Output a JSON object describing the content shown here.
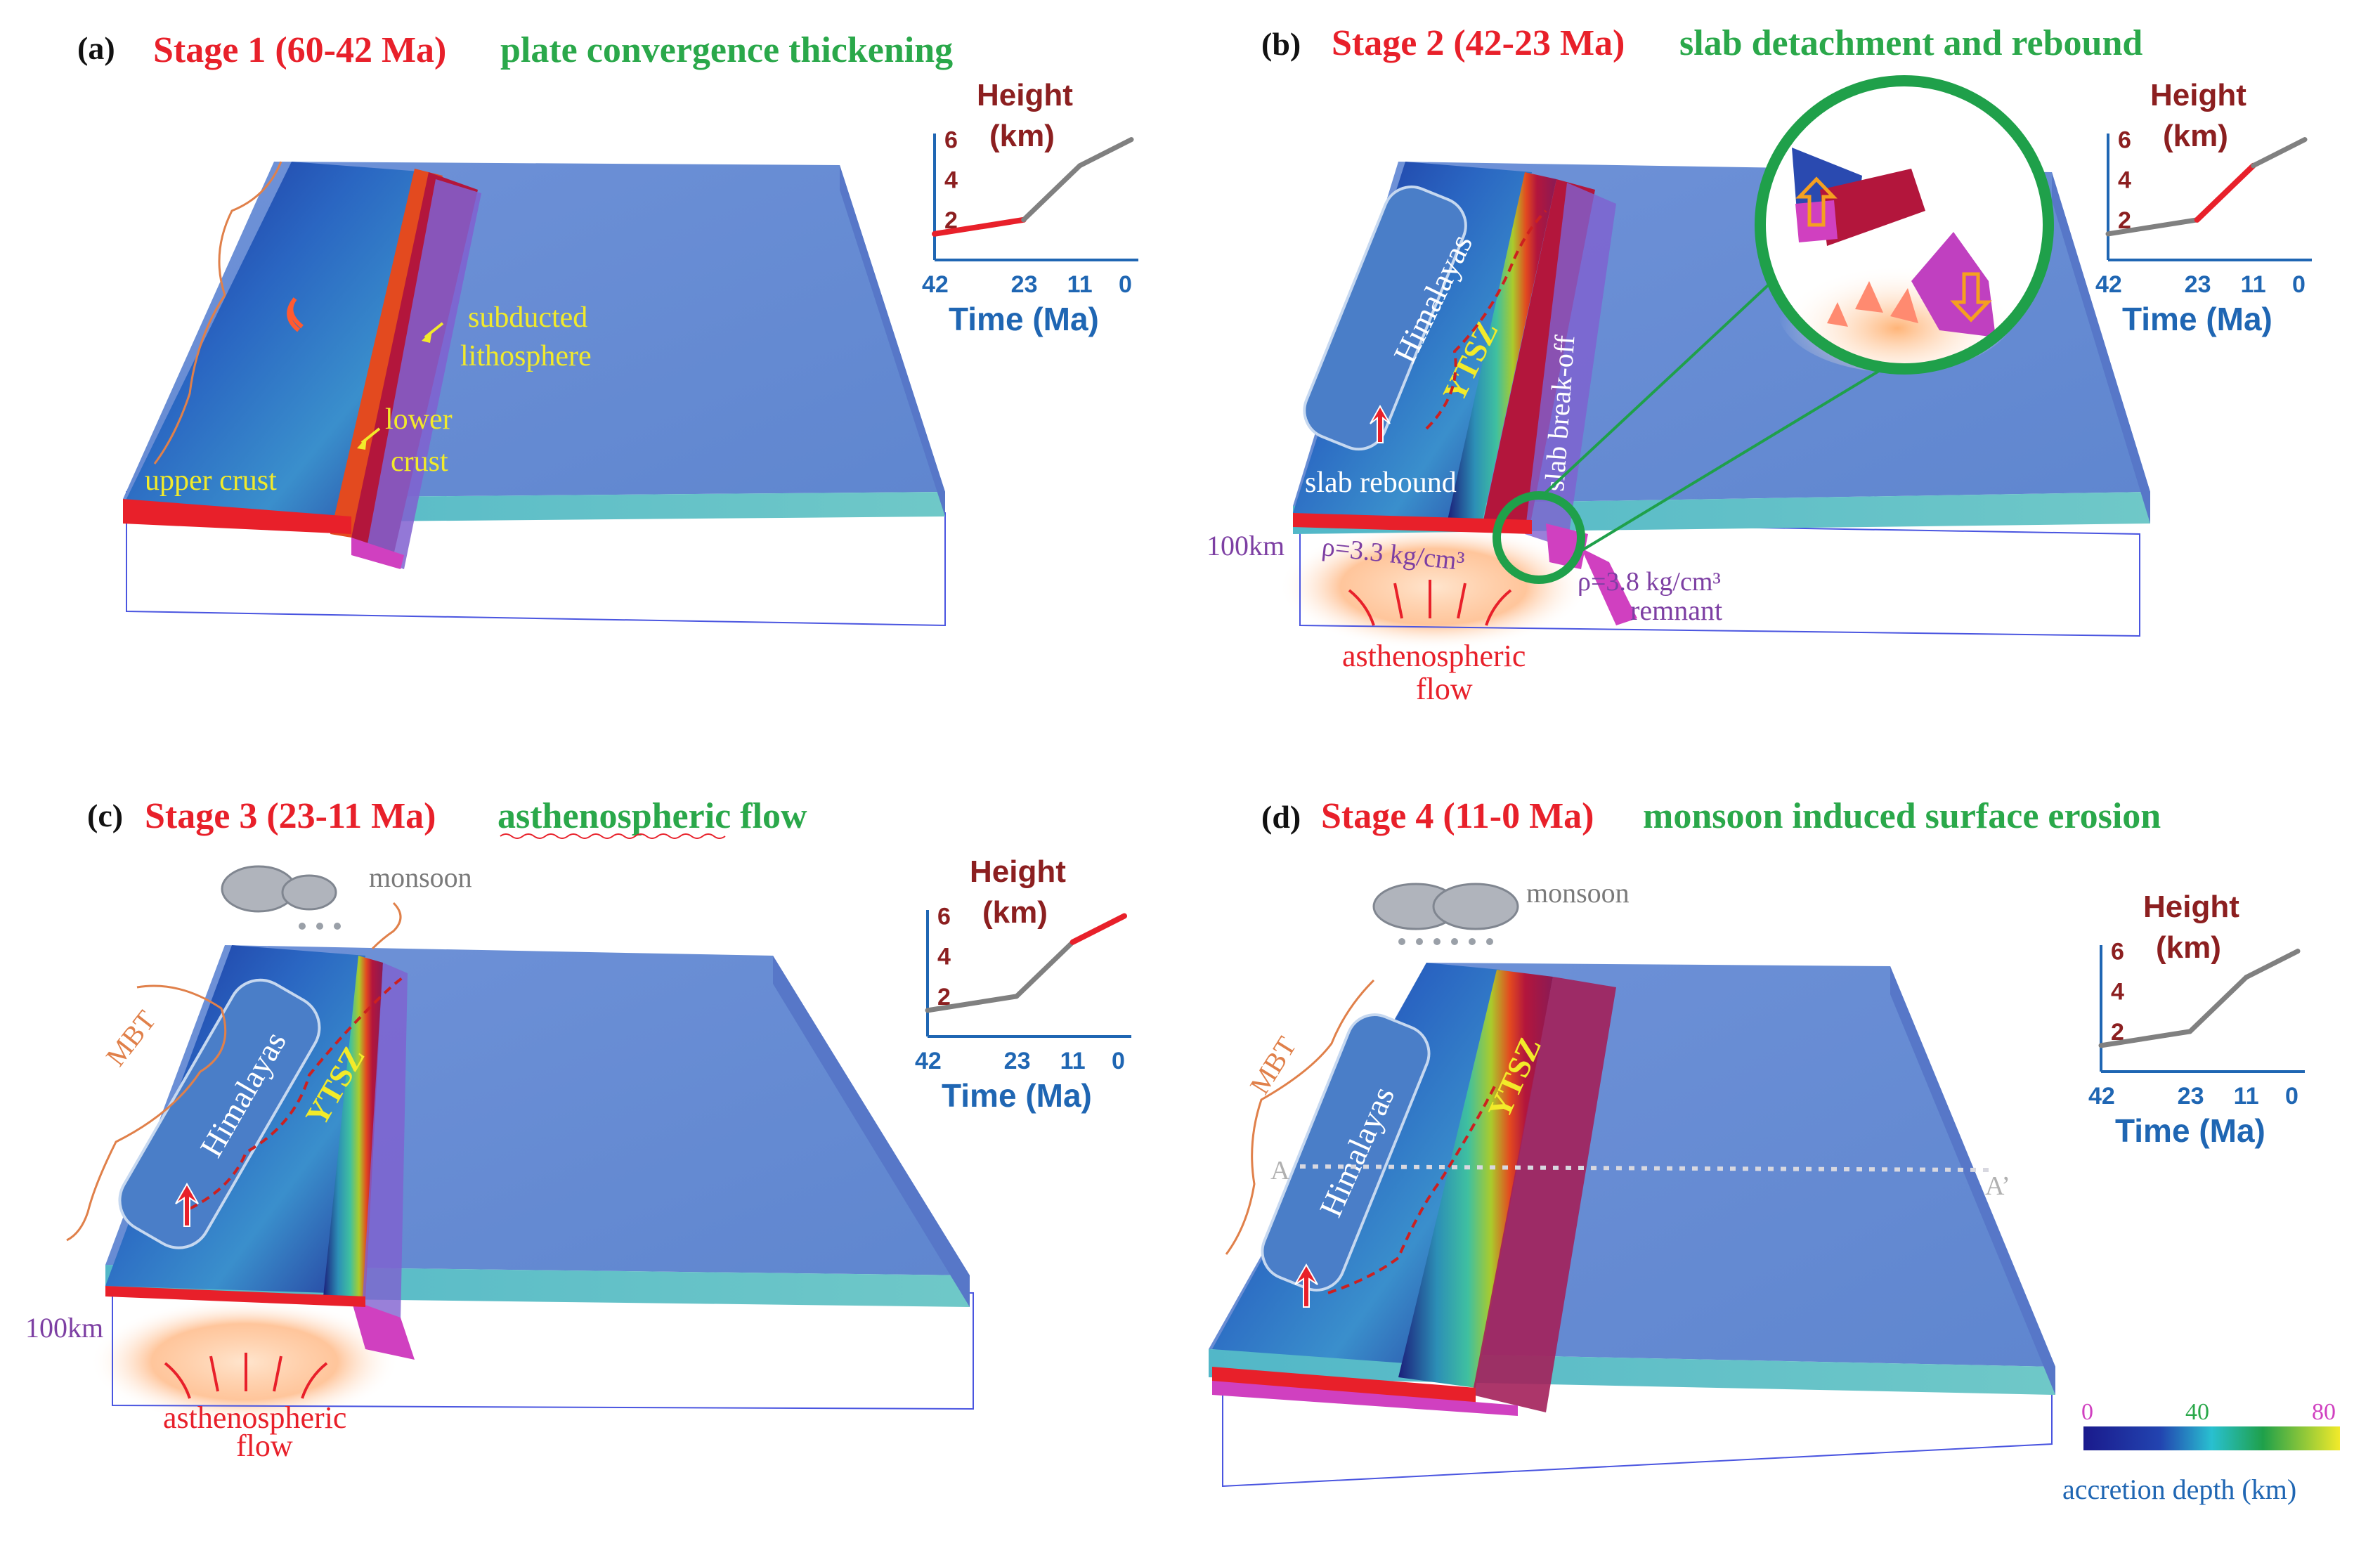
{
  "panels": [
    {
      "letter": "(a)",
      "stage": "Stage 1 (60-42 Ma)",
      "desc": "plate convergence thickening",
      "labels": {
        "subducted": "subducted",
        "lithosphere": "lithosphere",
        "lower": "lower",
        "crust": "crust",
        "upper_crust": "upper crust"
      }
    },
    {
      "letter": "(b)",
      "stage": "Stage 2 (42-23 Ma)",
      "desc": "slab detachment and rebound",
      "labels": {
        "himalayas": "Himalayas",
        "ytsz": "YTSZ",
        "slab_breakoff": "slab break-off",
        "slab_rebound": "slab rebound",
        "depth": "100km",
        "rho1": "ρ=3.3 kg/cm³",
        "rho2": "ρ=3.8 kg/cm³",
        "remnant": "remnant",
        "astheno1": "asthenospheric",
        "astheno2": "flow"
      }
    },
    {
      "letter": "(c)",
      "stage": "Stage 3 (23-11 Ma)",
      "desc_word1": "asthenospheric",
      "desc_word2": "flow",
      "labels": {
        "monsoon": "monsoon",
        "mbt": "MBT",
        "himalayas": "Himalayas",
        "ytsz": "YTSZ",
        "depth": "100km",
        "astheno1": "asthenospheric",
        "astheno2": "flow"
      }
    },
    {
      "letter": "(d)",
      "stage": "Stage 4 (11-0 Ma)",
      "desc": "monsoon induced surface erosion",
      "labels": {
        "monsoon": "monsoon",
        "mbt": "MBT",
        "himalayas": "Himalayas",
        "ytsz": "YTSZ",
        "a": "A",
        "a_prime": "A’"
      }
    }
  ],
  "inset_chart": {
    "title1": "Height",
    "title2": "(km)",
    "xlabel": "Time (Ma)",
    "yticks": [
      "2",
      "4",
      "6"
    ],
    "xticks": [
      "42",
      "23",
      "11",
      "0"
    ],
    "points": [
      [
        42,
        1.3
      ],
      [
        23,
        2.0
      ],
      [
        11,
        4.7
      ],
      [
        0,
        6.0
      ]
    ],
    "highlight_segment": [
      0,
      1,
      2
    ]
  },
  "colorbar": {
    "ticks": [
      "0",
      "40",
      "80"
    ],
    "label": "accretion depth (km)"
  },
  "colors": {
    "stage": "#e8202a",
    "desc": "#2aa84a",
    "yellow_label": "#f2ea2a",
    "chart_title": "#8c1f20",
    "chart_axis": "#1f66b3",
    "highlight": "#e8202a",
    "line_grey": "#808080",
    "purple": "#7d3fa3"
  }
}
